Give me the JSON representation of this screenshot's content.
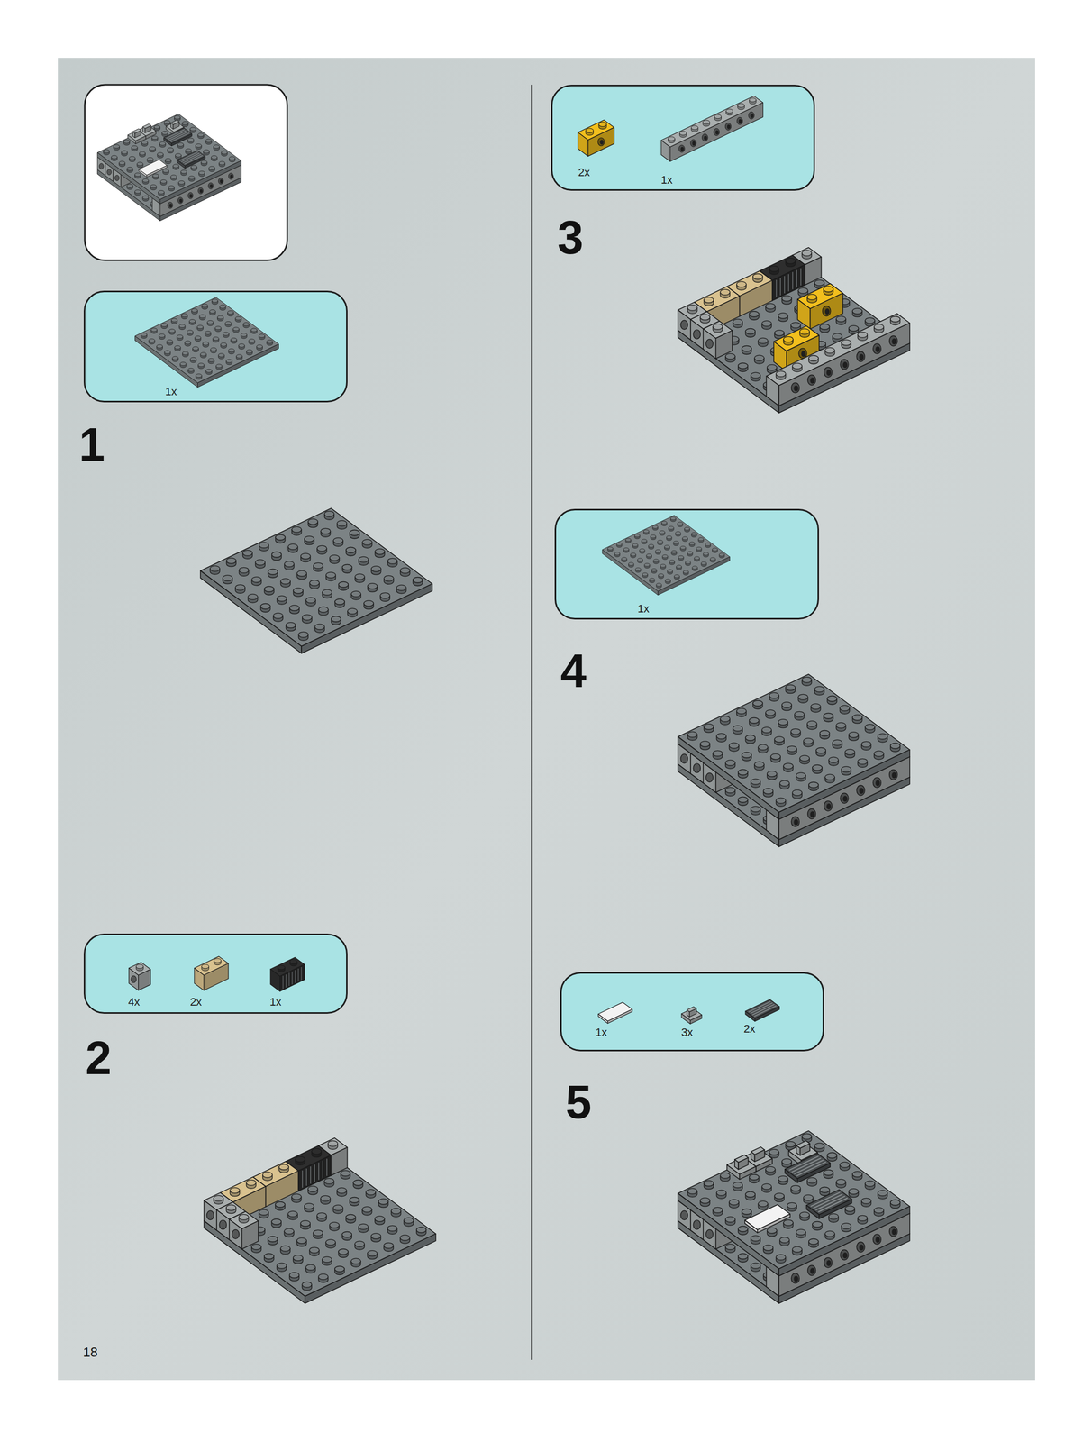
{
  "diagram": {
    "nodes": [
      {
        "text": [
          "1x"
        ]
      },
      {
        "text": [
          "4x",
          "2x",
          "1x"
        ]
      },
      {
        "text": [
          "2x",
          "1x"
        ]
      },
      {
        "text": [
          "1x"
        ]
      },
      {
        "text": [
          "1x",
          "3x",
          "2x"
        ]
      }
    ],
    "labels": [
      "1",
      "2",
      "3",
      "4",
      "5",
      "18"
    ]
  }
}
